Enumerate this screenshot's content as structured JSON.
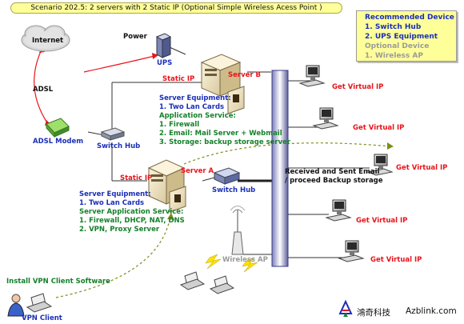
{
  "title": "Scenario 202.5: 2 servers with 2 Static IP (Optional Simple Wireless Acess Point )",
  "recommended": {
    "heading": "Recommended Device",
    "item1": "1. Switch Hub",
    "item2": "2. UPS Equipment",
    "optional_heading": "Optional Device",
    "optional_item1": "1. Wireless AP"
  },
  "nodes": {
    "internet": "Internet",
    "adsl": "ADSL",
    "adsl_modem": "ADSL Modem",
    "switch_hub_left": "Switch Hub",
    "switch_hub_center": "Switch Hub",
    "power": "Power",
    "ups": "UPS",
    "static_ip_b": "Static IP",
    "static_ip_a": "Static IP",
    "server_b": "Server B",
    "server_a": "Server A",
    "wireless_ap": "Wireless AP",
    "vpn_client": "VPN Client",
    "install_vpn": "Install VPN Client Software",
    "received_line1": "Received and Sent Email",
    "received_line2": "/ proceed Backup storage"
  },
  "server_b_info": {
    "equipment_heading": "Server Equipment:",
    "equipment_item": "1. Two Lan Cards",
    "service_heading": "Application Service:",
    "service_1": "1. Firewall",
    "service_2": "2. Email: Mail Server + Webmail",
    "service_3": "3. Storage: backup storage server"
  },
  "server_a_info": {
    "equipment_heading": "Server Equipment:",
    "equipment_item": "1. Two Lan Cards",
    "service_heading": "Server Application Service:",
    "service_1": "1. Firewall, DHCP, NAT, DNS",
    "service_2": "2. VPN, Proxy Server"
  },
  "clients": [
    "Get Virtual IP",
    "Get Virtual IP",
    "Get Virtual IP",
    "Get Virtual IP",
    "Get Virtual IP"
  ],
  "logo": {
    "chinese": "鴻奇科技",
    "latin": "Azblink.com"
  },
  "colors": {
    "label_red": "#e8141b",
    "label_blue": "#1a2fb8",
    "label_green": "#16802a",
    "title_bg": "#ffff9a",
    "backbone": "#3b3b8a"
  }
}
